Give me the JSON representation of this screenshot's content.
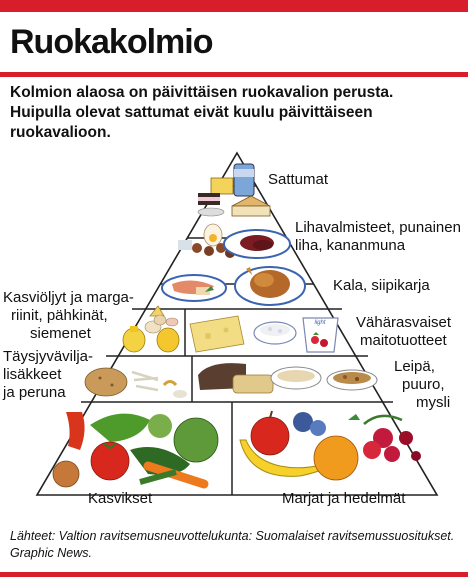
{
  "title": "Ruokakolmio",
  "subtitle": "Kolmion alaosa on päivittäisen ruokavalion perusta. Huipulla olevat sattumat eivät kuulu päivittäiseen ruokavalioon.",
  "labels": {
    "sattumat": "Sattumat",
    "lihavalmisteet": "Lihavalmisteet, punainen liha, kananmuna",
    "kala": "Kala, siipikarja",
    "kasviooljyt": "Kasviöljyt ja margariinit, pähkinät, siemenet",
    "maitotuotteet": "Vähärasvaiset maitotuotteet",
    "taysjyva": "Täysjyvävilja-lisäkkeet ja peruna",
    "leipa": "Leipä, puuro, mysli",
    "kasvikset": "Kasvikset",
    "marjat": "Marjat ja hedelmät"
  },
  "label_lines": {
    "lihavalmisteet": [
      "Lihavalmisteet, punainen",
      "liha, kananmuna"
    ],
    "kasviooljyt": [
      "Kasviöljyt ja marga-",
      "riinit, pähkinät,",
      "siemenet"
    ],
    "maitotuotteet": [
      "Vähärasvaiset",
      "maitotuotteet"
    ],
    "taysjyva": [
      "Täysjyväviljа-",
      "lisäkkeet",
      "ja peruna"
    ],
    "leipa": [
      "Leipä,",
      "puuro,",
      "mysli"
    ]
  },
  "yogurt_brand": "light",
  "source": "Lähteet: Valtion ravitsemusneuvottelukunta: Suomalaiset ravitsemussuositukset. Graphic News.",
  "colors": {
    "accent": "#d81e2a",
    "line": "#222222"
  }
}
